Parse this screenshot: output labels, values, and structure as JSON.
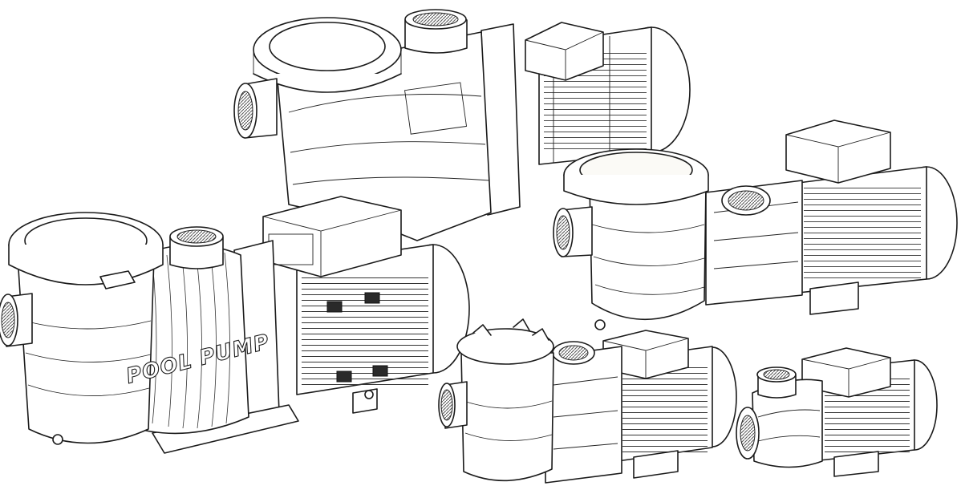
{
  "image": {
    "kind": "technical line illustration",
    "subject": "pool-pump-product-line",
    "products": [
      {
        "id": "pump-large-top",
        "style": "line-drawing"
      },
      {
        "id": "pump-front-labeled",
        "style": "line-drawing"
      },
      {
        "id": "pump-right-middle",
        "style": "line-drawing"
      },
      {
        "id": "pump-small-center",
        "style": "line-drawing"
      },
      {
        "id": "pump-small-right",
        "style": "line-drawing"
      }
    ],
    "labels": {
      "front_pump_text": "POOL PUMP"
    },
    "colors": {
      "background": "#ffffff",
      "line": "#1a1a1a"
    }
  }
}
